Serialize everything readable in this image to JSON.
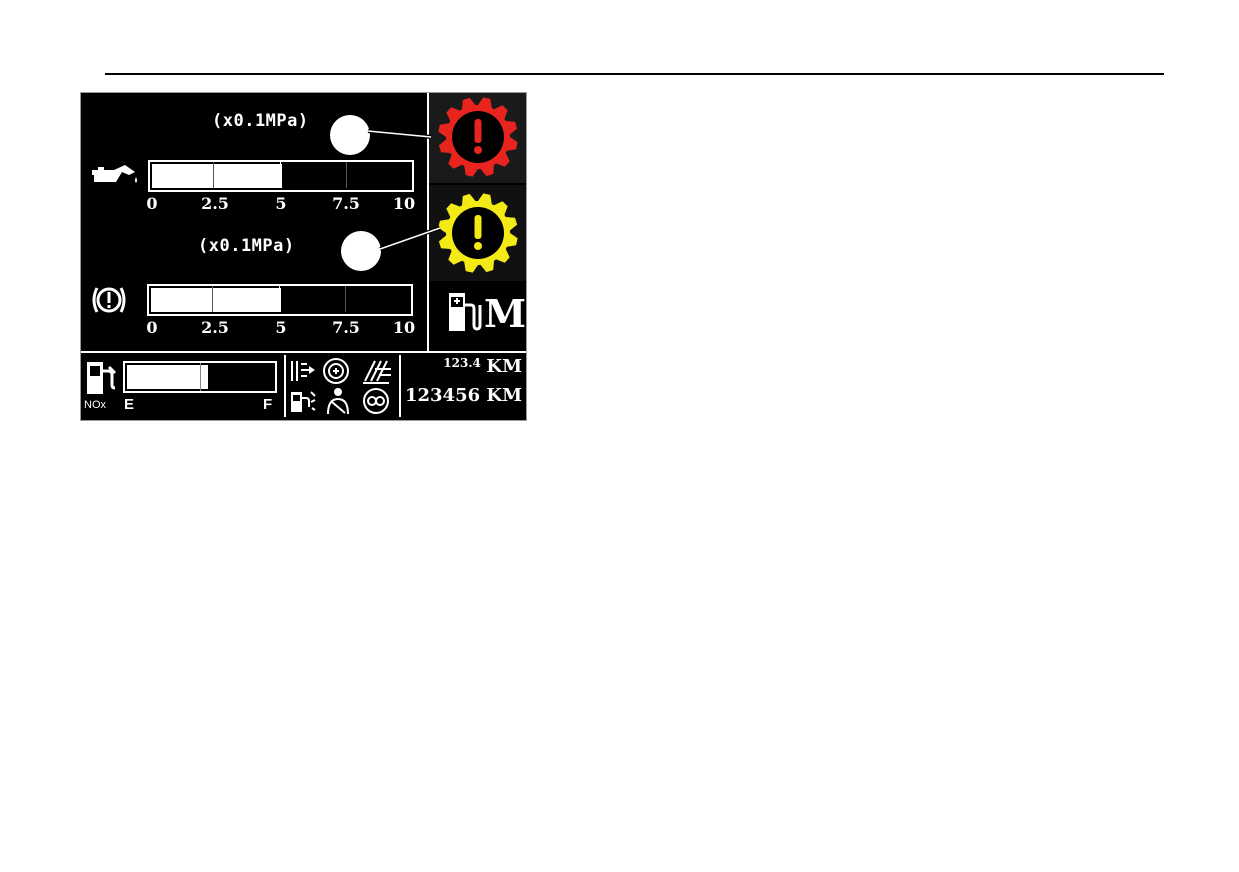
{
  "page": {
    "rule": "top-rule"
  },
  "callouts": [
    {
      "id": "callout-1"
    },
    {
      "id": "callout-2"
    }
  ],
  "gauge_upper": {
    "unit": "(x0.1MPa)",
    "icon": "oil-can-icon",
    "fill_fraction": 0.5,
    "ticks": [
      "0",
      "2.5",
      "5",
      "7.5",
      "10"
    ]
  },
  "gauge_lower": {
    "unit": "(x0.1MPa)",
    "icon": "brake-circle-icon",
    "fill_fraction": 0.5,
    "ticks": [
      "0",
      "2.5",
      "5",
      "7.5",
      "10"
    ]
  },
  "warnings": [
    {
      "icon": "red-gear-warning-icon",
      "color": "#e8241e"
    },
    {
      "icon": "yellow-gear-warning-icon",
      "color": "#f4ea16"
    },
    {
      "icon": "fuel-maintenance-icon",
      "label": "M"
    }
  ],
  "nox": {
    "label": "NOx",
    "empty_label": "E",
    "full_label": "F",
    "fill_fraction": 0.55
  },
  "indicators": [
    "coolant-flow-icon",
    "temperature-gauge-icon",
    "heater-icon",
    "fuel-filter-icon",
    "seat-belt-icon",
    "axle-lock-icon"
  ],
  "odometer": {
    "trip_value": "123.4",
    "trip_unit": "KM",
    "total_value": "123456",
    "total_unit": "KM"
  }
}
